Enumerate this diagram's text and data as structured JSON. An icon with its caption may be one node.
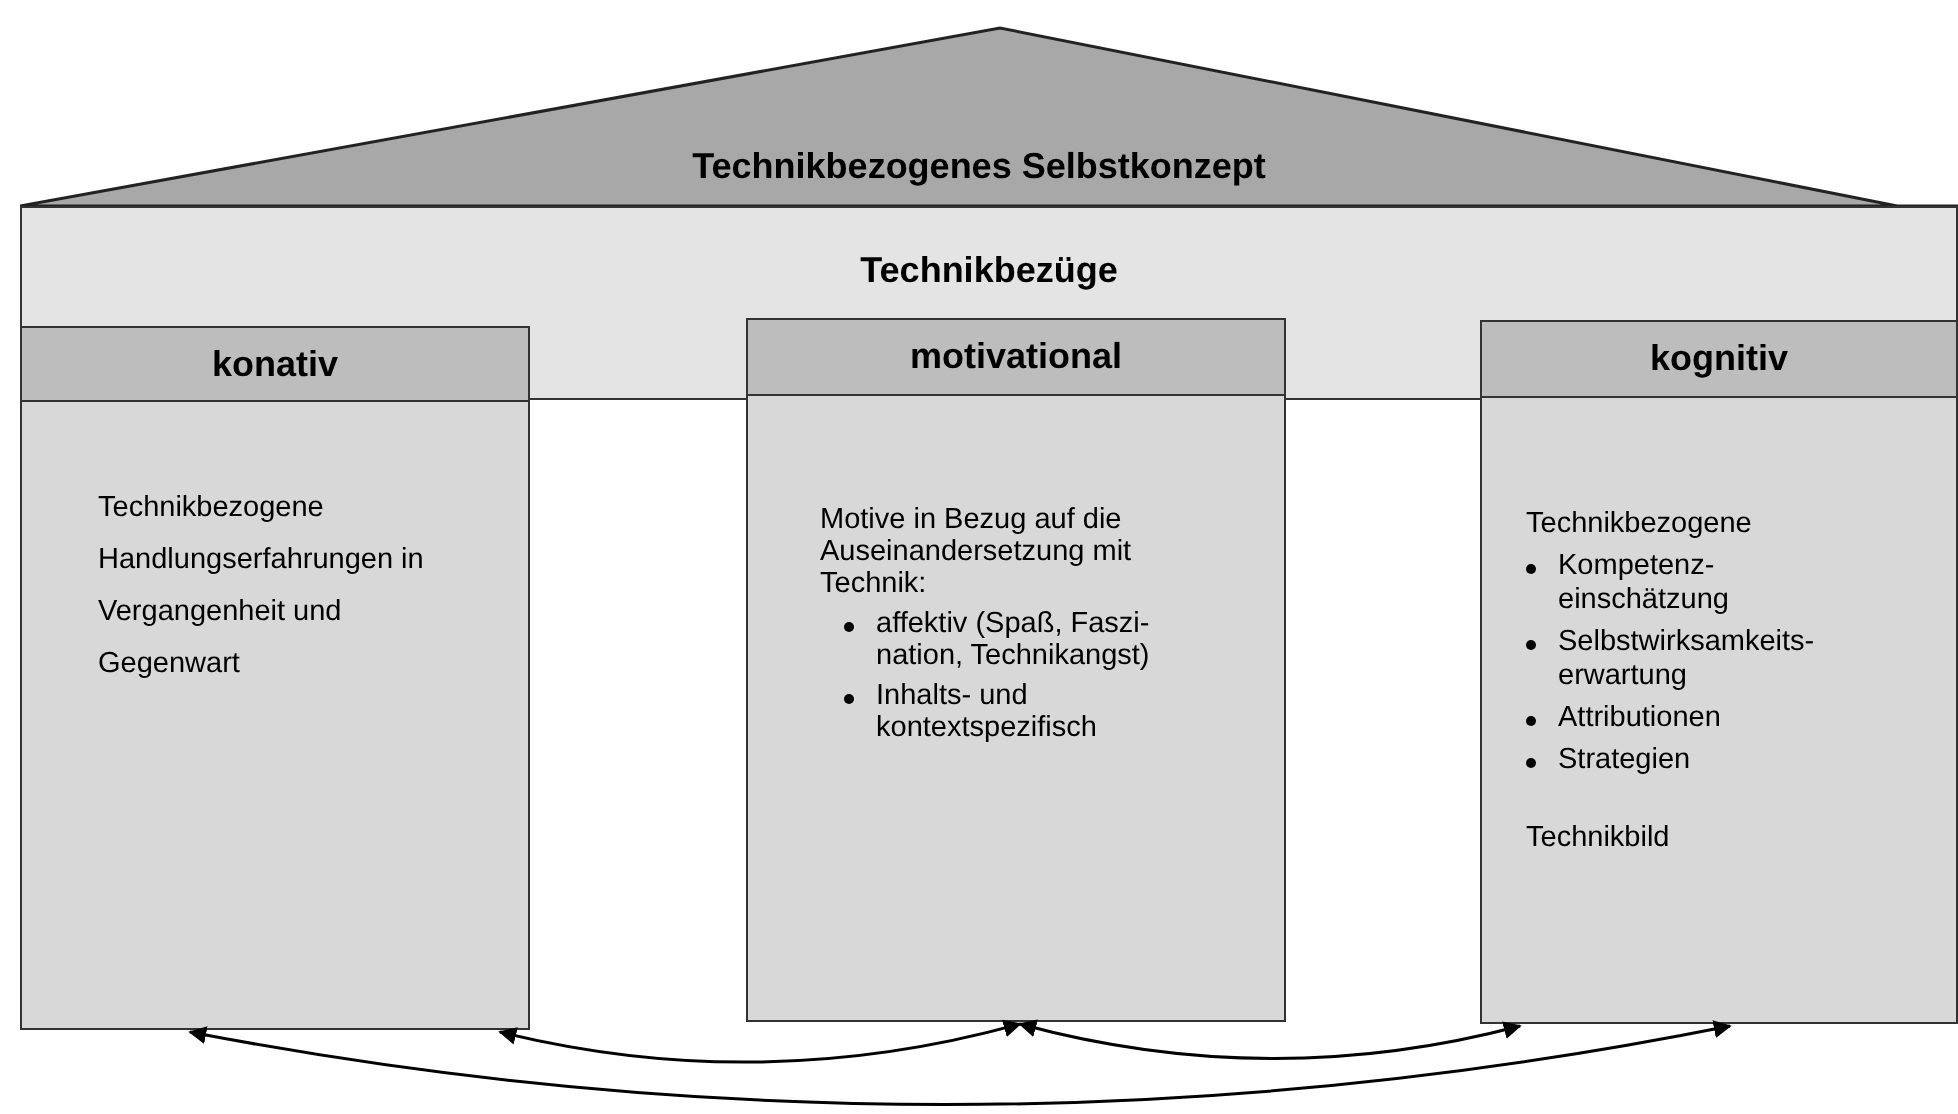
{
  "diagram": {
    "nodes": [
      {
        "text": [
          "Technikbezogenes Selbstkonzept"
        ]
      },
      {
        "text": [
          "Technikbezüge"
        ]
      },
      {
        "text": [
          "konativ",
          "Technikbezogene Handlungserfahrungen in Vergangenheit und Gegenwart"
        ]
      },
      {
        "text": [
          "motivational",
          "Motive in Bezug auf die Auseinandersetzung mit Technik:",
          "affektiv (Spaß, Faszi-nation, Technikangst)",
          "Inhalts- und kontextspezifisch"
        ]
      },
      {
        "text": [
          "kognitiv",
          "Technikbezogene",
          "Kompetenz-einschätzung",
          "Selbstwirksamkeits-erwartung",
          "Attributionen",
          "Strategien",
          "Technikbild"
        ]
      }
    ],
    "edges": [
      {
        "from": 2,
        "to": 3,
        "arrow": "both"
      },
      {
        "from": 3,
        "to": 4,
        "arrow": "both"
      },
      {
        "from": 2,
        "to": 4,
        "arrow": "both"
      }
    ]
  }
}
